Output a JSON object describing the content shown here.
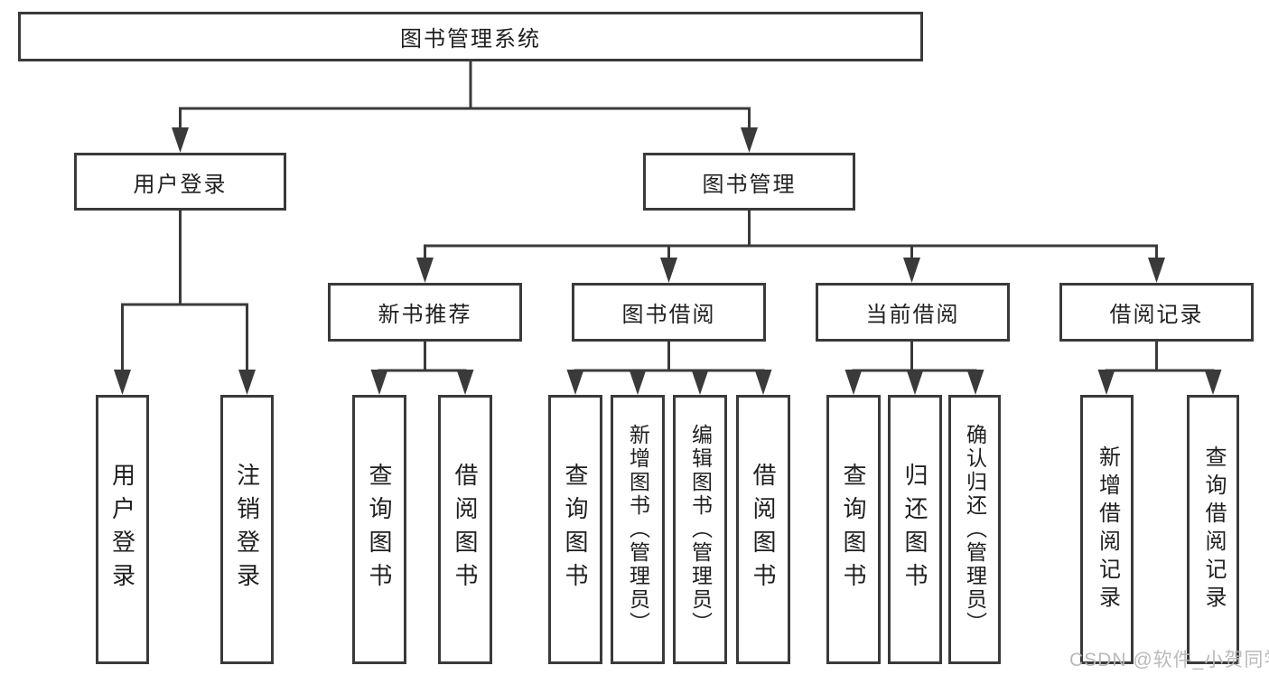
{
  "colors": {
    "line": "#3a3a3a",
    "text": "#1f1f1f",
    "background": "#ffffff",
    "watermark": "#b6b6b6"
  },
  "tree": {
    "root": {
      "label": "图书管理系统"
    },
    "branches": [
      {
        "label": "用户登录",
        "children": [
          {
            "label": "用户登录"
          },
          {
            "label": "注销登录"
          }
        ]
      },
      {
        "label": "图书管理",
        "children": [
          {
            "label": "新书推荐",
            "children": [
              {
                "label": "查询图书"
              },
              {
                "label": "借阅图书"
              }
            ]
          },
          {
            "label": "图书借阅",
            "children": [
              {
                "label": "查询图书"
              },
              {
                "label": "新增图书（管理员）"
              },
              {
                "label": "编辑图书（管理员）"
              },
              {
                "label": "借阅图书"
              }
            ]
          },
          {
            "label": "当前借阅",
            "children": [
              {
                "label": "查询图书"
              },
              {
                "label": "归还图书"
              },
              {
                "label": "确认归还（管理员）"
              }
            ]
          },
          {
            "label": "借阅记录",
            "children": [
              {
                "label": "新增借阅记录"
              },
              {
                "label": "查询借阅记录"
              }
            ]
          }
        ]
      }
    ]
  },
  "watermark": {
    "text": "CSDN @软件_小贺同学"
  }
}
